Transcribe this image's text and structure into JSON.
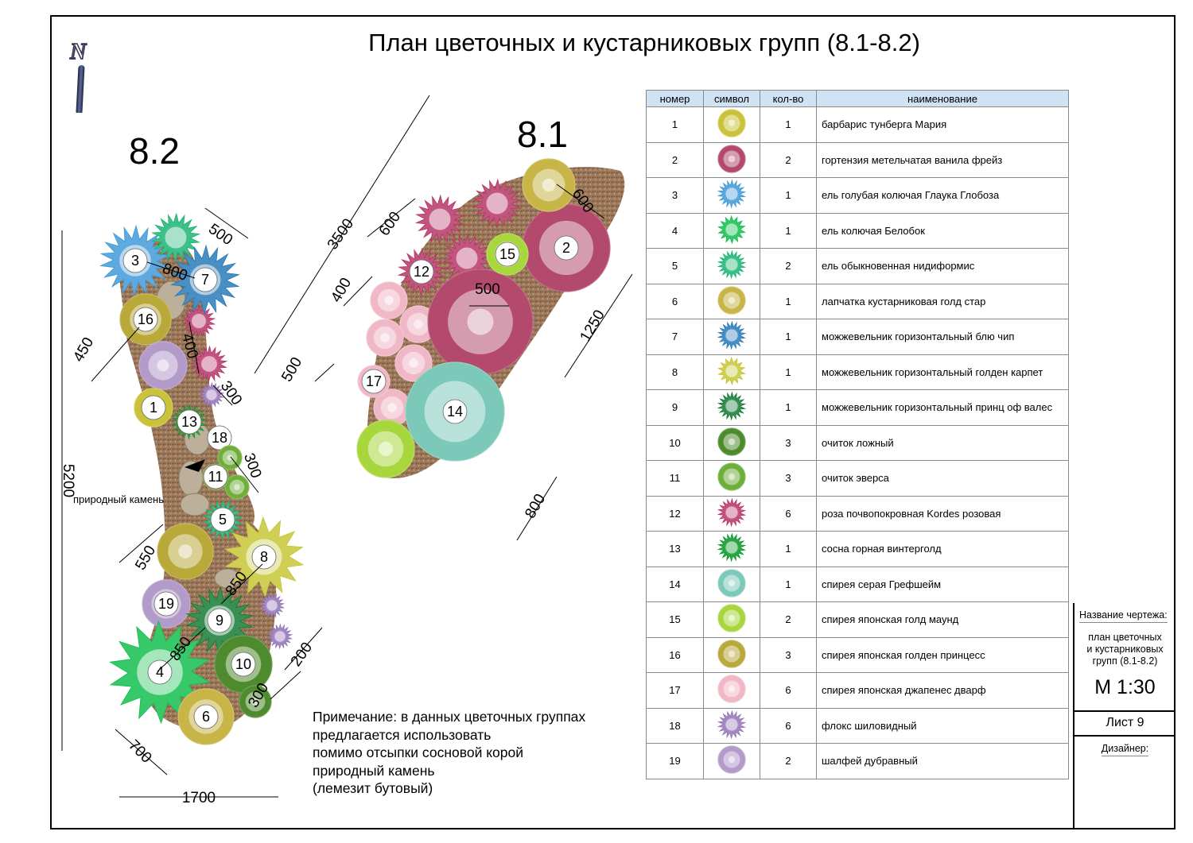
{
  "title": "План цветочных и кустарниковых групп (8.1-8.2)",
  "north_letter": "N",
  "groups": {
    "left": "8.2",
    "right": "8.1"
  },
  "stone_label": "природный камень",
  "note": [
    "Примечание: в данных цветочных группах",
    "предлагается использовать",
    "помимо отсыпки сосновой корой",
    "природный камень",
    "(лемезит бутовый)"
  ],
  "dimensions": {
    "d5200": "5200",
    "d1700": "1700",
    "d700": "700",
    "d450": "450",
    "d500a": "500",
    "d800a": "800",
    "d400a": "400",
    "d300a": "300",
    "d300b": "300",
    "d550": "550",
    "d850a": "850",
    "d850b": "850",
    "d200": "200",
    "d300c": "300",
    "d3500": "3500",
    "d600a": "600",
    "d600b": "600",
    "d400b": "400",
    "d500b": "500",
    "d500c": "500",
    "d1250": "1250",
    "d800b": "800"
  },
  "legend": {
    "headers": [
      "номер",
      "символ",
      "кол-во",
      "наименование"
    ],
    "rows": [
      {
        "num": "1",
        "qty": "1",
        "name": "барбарис тунберга Мария",
        "color": "#c9c23a",
        "icon": "barberry-icon"
      },
      {
        "num": "2",
        "qty": "2",
        "name": "гортензия метельчатая ванила фрейз",
        "color": "#b34a6e",
        "icon": "hydrangea-icon"
      },
      {
        "num": "3",
        "qty": "1",
        "name": "ель голубая колючая Глаука Глобоза",
        "color": "#5ea9dd",
        "icon": "blue-spruce-icon"
      },
      {
        "num": "4",
        "qty": "1",
        "name": "ель колючая Белобок",
        "color": "#37c86a",
        "icon": "spruce-icon"
      },
      {
        "num": "5",
        "qty": "2",
        "name": "ель обыкновенная нидиформис",
        "color": "#3fbf8a",
        "icon": "spruce-nidiformis-icon"
      },
      {
        "num": "6",
        "qty": "1",
        "name": "лапчатка кустарниковая голд стар",
        "color": "#c7b548",
        "icon": "potentilla-icon"
      },
      {
        "num": "7",
        "qty": "1",
        "name": "можжевельник горизонтальный блю чип",
        "color": "#4a8fc4",
        "icon": "juniper-blue-icon"
      },
      {
        "num": "8",
        "qty": "1",
        "name": "можжевельник горизонтальный голден карпет",
        "color": "#cfcf55",
        "icon": "juniper-golden-icon"
      },
      {
        "num": "9",
        "qty": "1",
        "name": "можжевельник горизонтальный принц оф валес",
        "color": "#3a8f55",
        "icon": "juniper-prince-icon"
      },
      {
        "num": "10",
        "qty": "3",
        "name": "очиток ложный",
        "color": "#4e8a2e",
        "icon": "sedum-spurium-icon"
      },
      {
        "num": "11",
        "qty": "3",
        "name": "очиток эверса",
        "color": "#6fae3a",
        "icon": "sedum-ewersii-icon"
      },
      {
        "num": "12",
        "qty": "6",
        "name": "роза почвопокровная Kordes розовая",
        "color": "#c2557f",
        "icon": "rose-icon"
      },
      {
        "num": "13",
        "qty": "1",
        "name": "сосна горная винтерголд",
        "color": "#2fa84a",
        "icon": "pine-icon"
      },
      {
        "num": "14",
        "qty": "1",
        "name": "спирея серая Грефшейм",
        "color": "#7cc9b9",
        "icon": "spiraea-grey-icon"
      },
      {
        "num": "15",
        "qty": "2",
        "name": "спирея японская голд маунд",
        "color": "#a7d63d",
        "icon": "spiraea-goldmound-icon"
      },
      {
        "num": "16",
        "qty": "3",
        "name": "спирея японская голден принцесс",
        "color": "#b9a83a",
        "icon": "spiraea-princess-icon"
      },
      {
        "num": "17",
        "qty": "6",
        "name": "спирея японская джапенес дварф",
        "color": "#f0b8c6",
        "icon": "spiraea-dwarf-icon"
      },
      {
        "num": "18",
        "qty": "6",
        "name": "флокс шиловидный",
        "color": "#a58ac2",
        "icon": "phlox-icon"
      },
      {
        "num": "19",
        "qty": "2",
        "name": "шалфей дубравный",
        "color": "#b29ac9",
        "icon": "salvia-icon"
      }
    ]
  },
  "stamp": {
    "name_label": "Название чертежа:",
    "name_value": [
      "план цветочных",
      "и кустарниковых",
      "групп (8.1-8.2)"
    ],
    "scale": "М 1:30",
    "sheet": "Лист 9",
    "designer_label": "Дизайнер:"
  }
}
